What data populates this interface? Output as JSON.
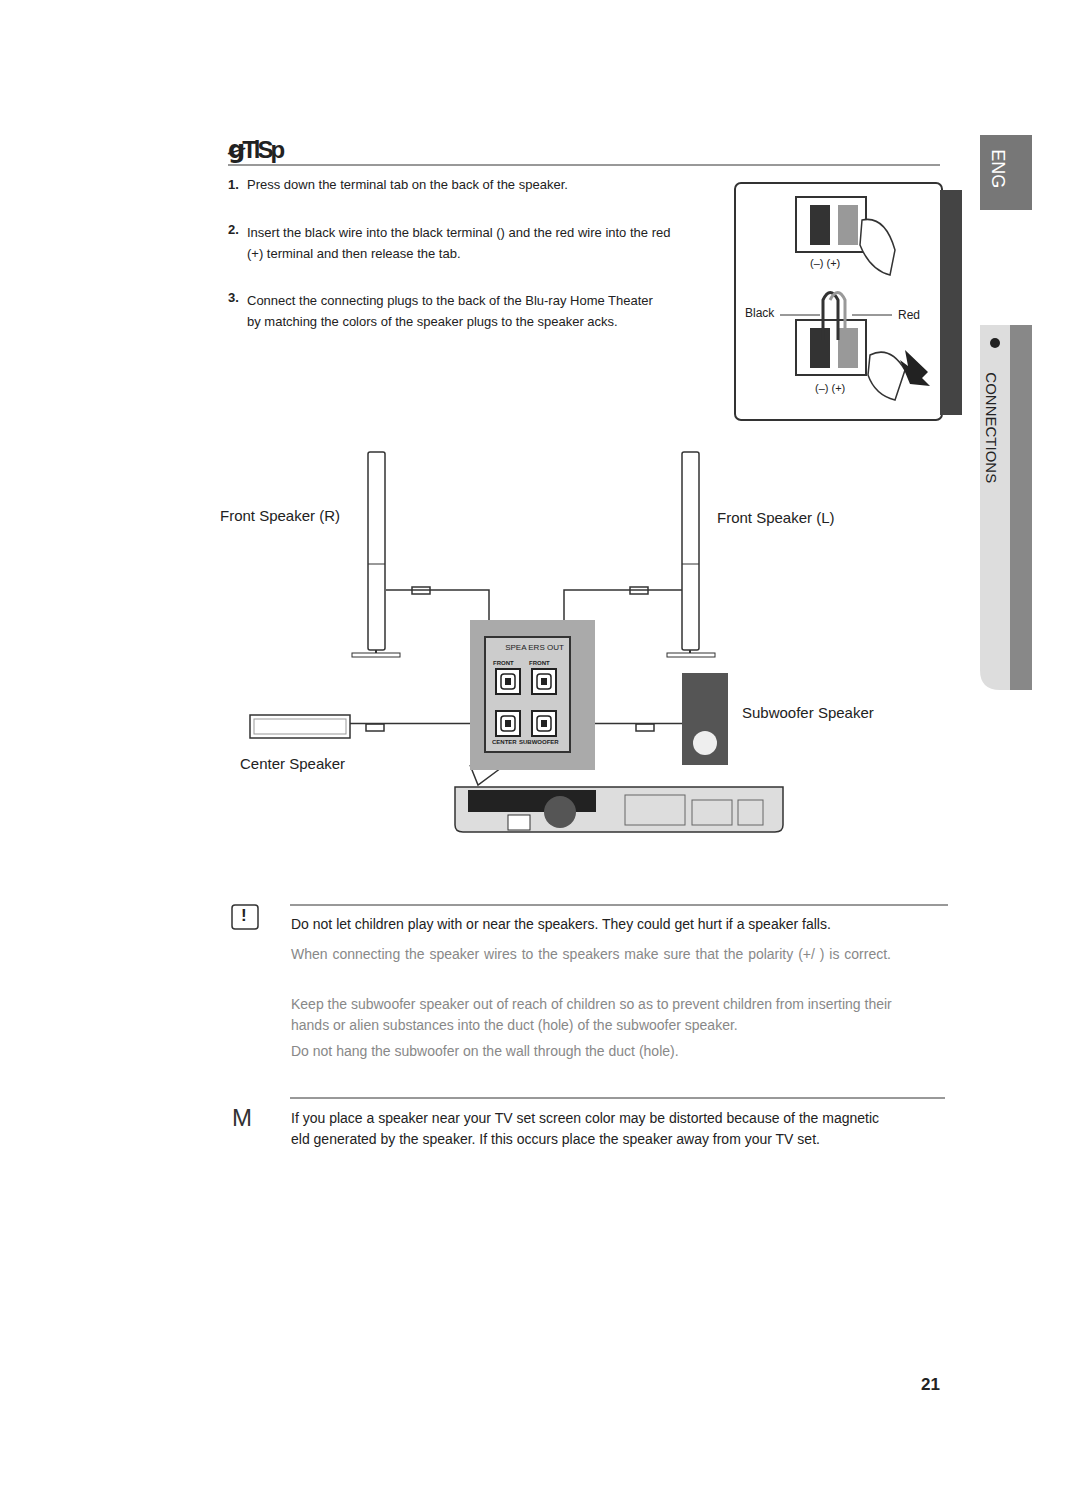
{
  "diagram": {
    "title": "ꞡTlSp",
    "nodes": [
      {
        "text": [
          "Front Speaker (R)"
        ]
      },
      {
        "text": [
          "Front Speaker (L)"
        ]
      },
      {
        "text": [
          "Center Speaker"
        ]
      },
      {
        "text": [
          "Subwoofer Speaker"
        ]
      },
      {
        "text": [
          "SPEA ERS OUT"
        ]
      },
      {
        "text": [
          "FRONT"
        ],
        "in": 4
      },
      {
        "text": [
          "FRONT"
        ],
        "in": 4
      },
      {
        "text": [
          "CENTER"
        ],
        "in": 4
      },
      {
        "text": [
          "SUBWOOFER"
        ],
        "in": 4
      }
    ],
    "edges": [
      {
        "from": 0,
        "to": 5,
        "arrow": "none"
      },
      {
        "from": 1,
        "to": 6,
        "arrow": "none"
      },
      {
        "from": 2,
        "to": 7,
        "arrow": "none"
      },
      {
        "from": 3,
        "to": 8,
        "arrow": "none"
      }
    ],
    "labels": [
      "1.",
      "Press down the terminal tab on the back of the speaker.",
      "2.",
      "Insert the black wire into the black terminal () and the red wire into the red (+) terminal and then release the tab.",
      "3.",
      "Connect the connecting plugs to the back of the Blu-ray Home Theater by matching the colors of the speaker plugs to the speaker acks.",
      "(–) (+)",
      "Black",
      "Red",
      "(–) (+)",
      "ENG",
      "CONNECTIONS",
      "!",
      "Do not let children play with or near the speakers. They could get hurt if a speaker falls.",
      "When connecting the speaker wires to the speakers make sure that the polarity (+/ ) is correct.",
      "Keep the subwoofer speaker out of reach of children so as to prevent children from inserting their hands or alien substances into the duct (hole) of the subwoofer speaker.",
      "Do not hang the subwoofer on the wall through the duct (hole).",
      "M",
      "If you place a speaker near your TV set screen color may be distorted because of the magnetic eld generated by the speaker. If this occurs place the speaker away from your TV set.",
      "21"
    ]
  }
}
